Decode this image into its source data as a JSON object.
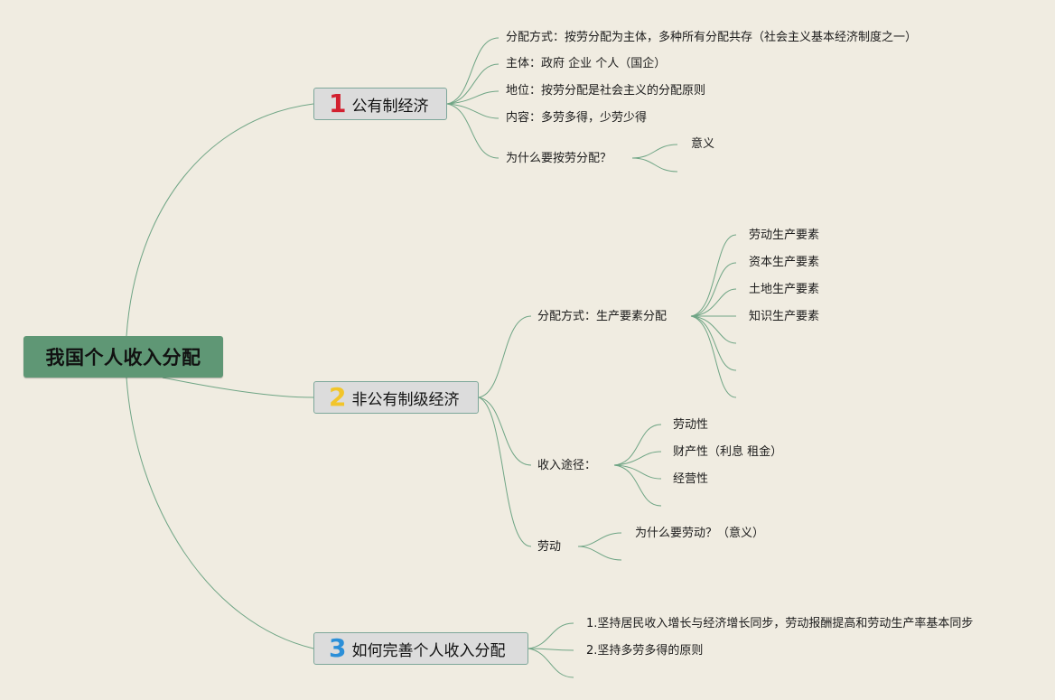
{
  "root": {
    "label": "我国个人收入分配"
  },
  "branches": [
    {
      "num": "1",
      "num_color": "#d2202f",
      "label": "公有制经济",
      "children": [
        {
          "label": "分配方式：按劳分配为主体，多种所有分配共存（社会主义基本经济制度之一）"
        },
        {
          "label": "主体：政府 企业 个人（国企）"
        },
        {
          "label": "地位：按劳分配是社会主义的分配原则"
        },
        {
          "label": "内容：多劳多得，少劳少得"
        },
        {
          "label": "为什么要按劳分配？",
          "children": [
            {
              "label": "意义"
            }
          ]
        }
      ]
    },
    {
      "num": "2",
      "num_color": "#f2c52a",
      "label": "非公有制级经济",
      "children": [
        {
          "label": "分配方式：生产要素分配",
          "children": [
            {
              "label": "劳动生产要素"
            },
            {
              "label": "资本生产要素"
            },
            {
              "label": "土地生产要素"
            },
            {
              "label": "知识生产要素"
            }
          ]
        },
        {
          "label": "收入途径：",
          "children": [
            {
              "label": "劳动性"
            },
            {
              "label": "财产性（利息 租金）"
            },
            {
              "label": "经营性"
            }
          ]
        },
        {
          "label": "劳动",
          "children": [
            {
              "label": "为什么要劳动？（意义）"
            }
          ]
        }
      ]
    },
    {
      "num": "3",
      "num_color": "#2b8fd8",
      "label": "如何完善个人收入分配",
      "children": [
        {
          "label": "1.坚持居民收入增长与经济增长同步，劳动报酬提高和劳动生产率基本同步"
        },
        {
          "label": "2.坚持多劳多得的原则"
        }
      ]
    }
  ],
  "colors": {
    "background": "#f0ece1",
    "root": "#5f9775",
    "branch_fill": "#dcdcdc",
    "connector": "#6fa585"
  }
}
